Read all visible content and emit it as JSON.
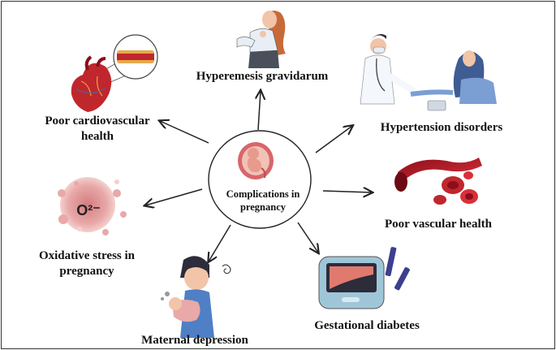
{
  "center": {
    "label": "Complications in pregnancy"
  },
  "nodes": [
    {
      "id": "hyperemesis",
      "label": "Hyperemesis gravidarum",
      "icon": "nauseous-woman-icon"
    },
    {
      "id": "hypertension",
      "label": "Hypertension disorders",
      "icon": "blood-pressure-check-icon"
    },
    {
      "id": "vascular",
      "label": "Poor vascular health",
      "icon": "blood-vessel-icon"
    },
    {
      "id": "diabetes",
      "label": "Gestational diabetes",
      "icon": "glucose-meter-icon"
    },
    {
      "id": "depression",
      "label": "Maternal depression",
      "icon": "stressed-mother-icon"
    },
    {
      "id": "oxidative",
      "label": "Oxidative stress in pregnancy",
      "icon": "oxygen-radical-icon"
    },
    {
      "id": "cardio",
      "label": "Poor cardiovascular health",
      "icon": "heart-artery-icon"
    }
  ],
  "glyphs": {
    "oxygen_radical": "O²⁻"
  },
  "colors": {
    "arrow": "#222222",
    "outline": "#333333",
    "blood": "#c0272d",
    "skin": "#f2c4a8"
  }
}
